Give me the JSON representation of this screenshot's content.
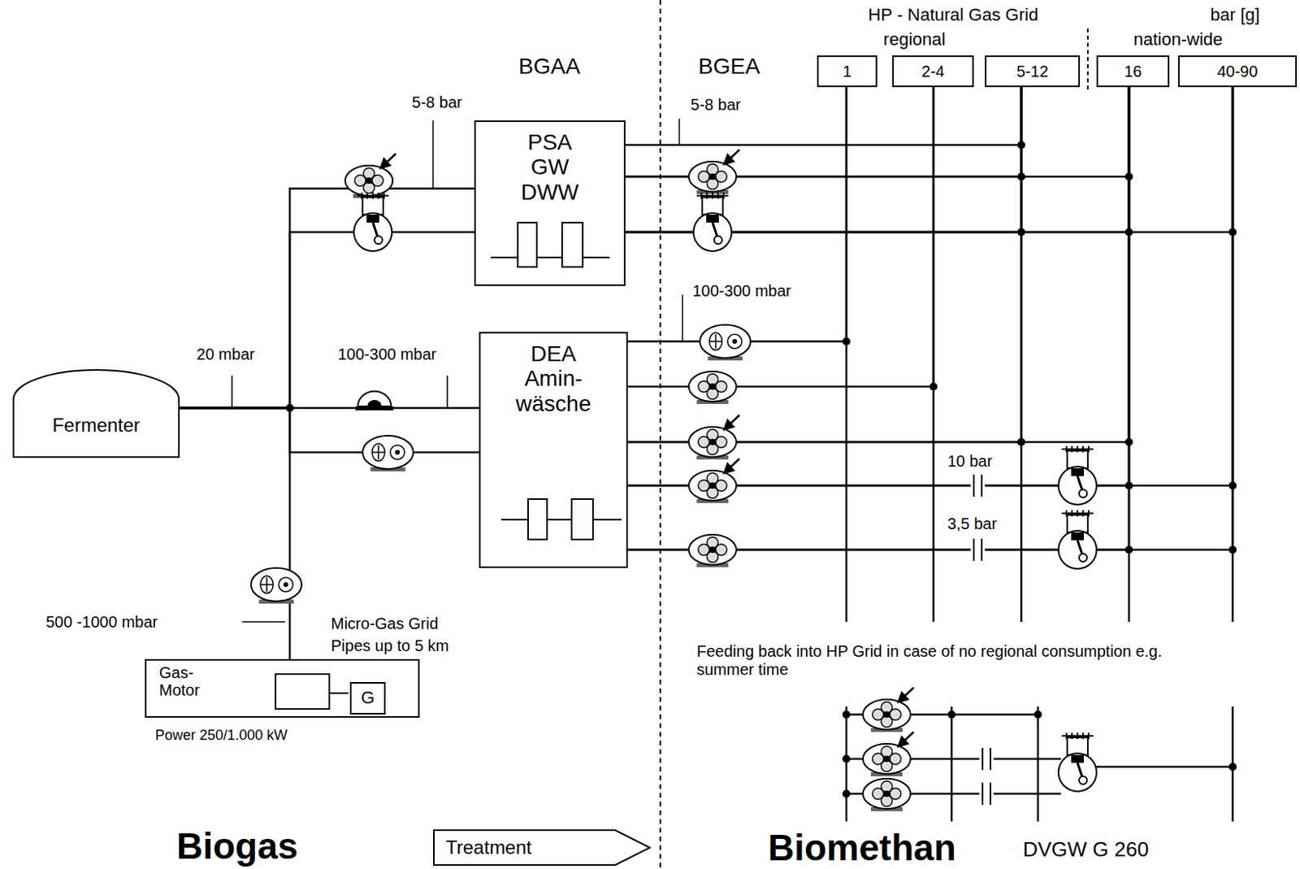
{
  "diagram": {
    "nodes": [
      {
        "text": [
          "1"
        ]
      },
      {
        "text": [
          "2-4"
        ]
      },
      {
        "text": [
          "5-12"
        ]
      },
      {
        "text": [
          "16"
        ]
      },
      {
        "text": [
          "40-90"
        ]
      },
      {
        "text": [
          "PSA GW DWW"
        ]
      },
      {
        "text": [
          "Fermenter"
        ]
      },
      {
        "text": [
          "DEA Amin- wäsche"
        ]
      },
      {
        "text": [
          "Gas- Motor"
        ]
      },
      {
        "text": [
          "G"
        ],
        "in": 8
      },
      {
        "text": [
          "Treatment"
        ]
      }
    ],
    "edges": [
      {
        "from": 6,
        "to": 5,
        "arrow": "none"
      },
      {
        "from": 6,
        "to": 5,
        "arrow": "none"
      },
      {
        "from": 6,
        "to": 7,
        "arrow": "none"
      },
      {
        "from": 6,
        "to": 7,
        "arrow": "none"
      },
      {
        "from": 6,
        "to": 8,
        "arrow": "none"
      },
      {
        "from": 5,
        "to": 2,
        "arrow": "none"
      },
      {
        "from": 5,
        "to": 2,
        "arrow": "none"
      },
      {
        "from": 5,
        "to": 3,
        "arrow": "none"
      },
      {
        "from": 5,
        "to": 2,
        "arrow": "none"
      },
      {
        "from": 5,
        "to": 3,
        "arrow": "none"
      },
      {
        "from": 5,
        "to": 4,
        "arrow": "none"
      },
      {
        "from": 7,
        "to": 0,
        "arrow": "none"
      },
      {
        "from": 7,
        "to": 1,
        "arrow": "none"
      },
      {
        "from": 7,
        "to": 2,
        "arrow": "none"
      },
      {
        "from": 7,
        "to": 3,
        "arrow": "none"
      },
      {
        "from": 7,
        "to": 3,
        "arrow": "none"
      },
      {
        "from": 7,
        "to": 4,
        "arrow": "none"
      },
      {
        "from": 7,
        "to": 3,
        "arrow": "none"
      },
      {
        "from": 7,
        "to": 4,
        "arrow": "none"
      }
    ],
    "labels": [
      "HP - Natural Gas Grid",
      "bar [g]",
      "regional",
      "nation-wide",
      "BGAA",
      "BGEA",
      "5-8 bar",
      "5-8 bar",
      "100-300 mbar",
      "20 mbar",
      "100-300 mbar",
      "10 bar",
      "3,5 bar",
      "500 -1000 mbar",
      "Micro-Gas Grid",
      "Pipes up to 5 km",
      "Power 250/1.000 kW",
      "Feeding back into HP Grid in case of no regional consumption e.g. summer time",
      "Biogas",
      "Biomethan",
      "DVGW G 260"
    ]
  }
}
